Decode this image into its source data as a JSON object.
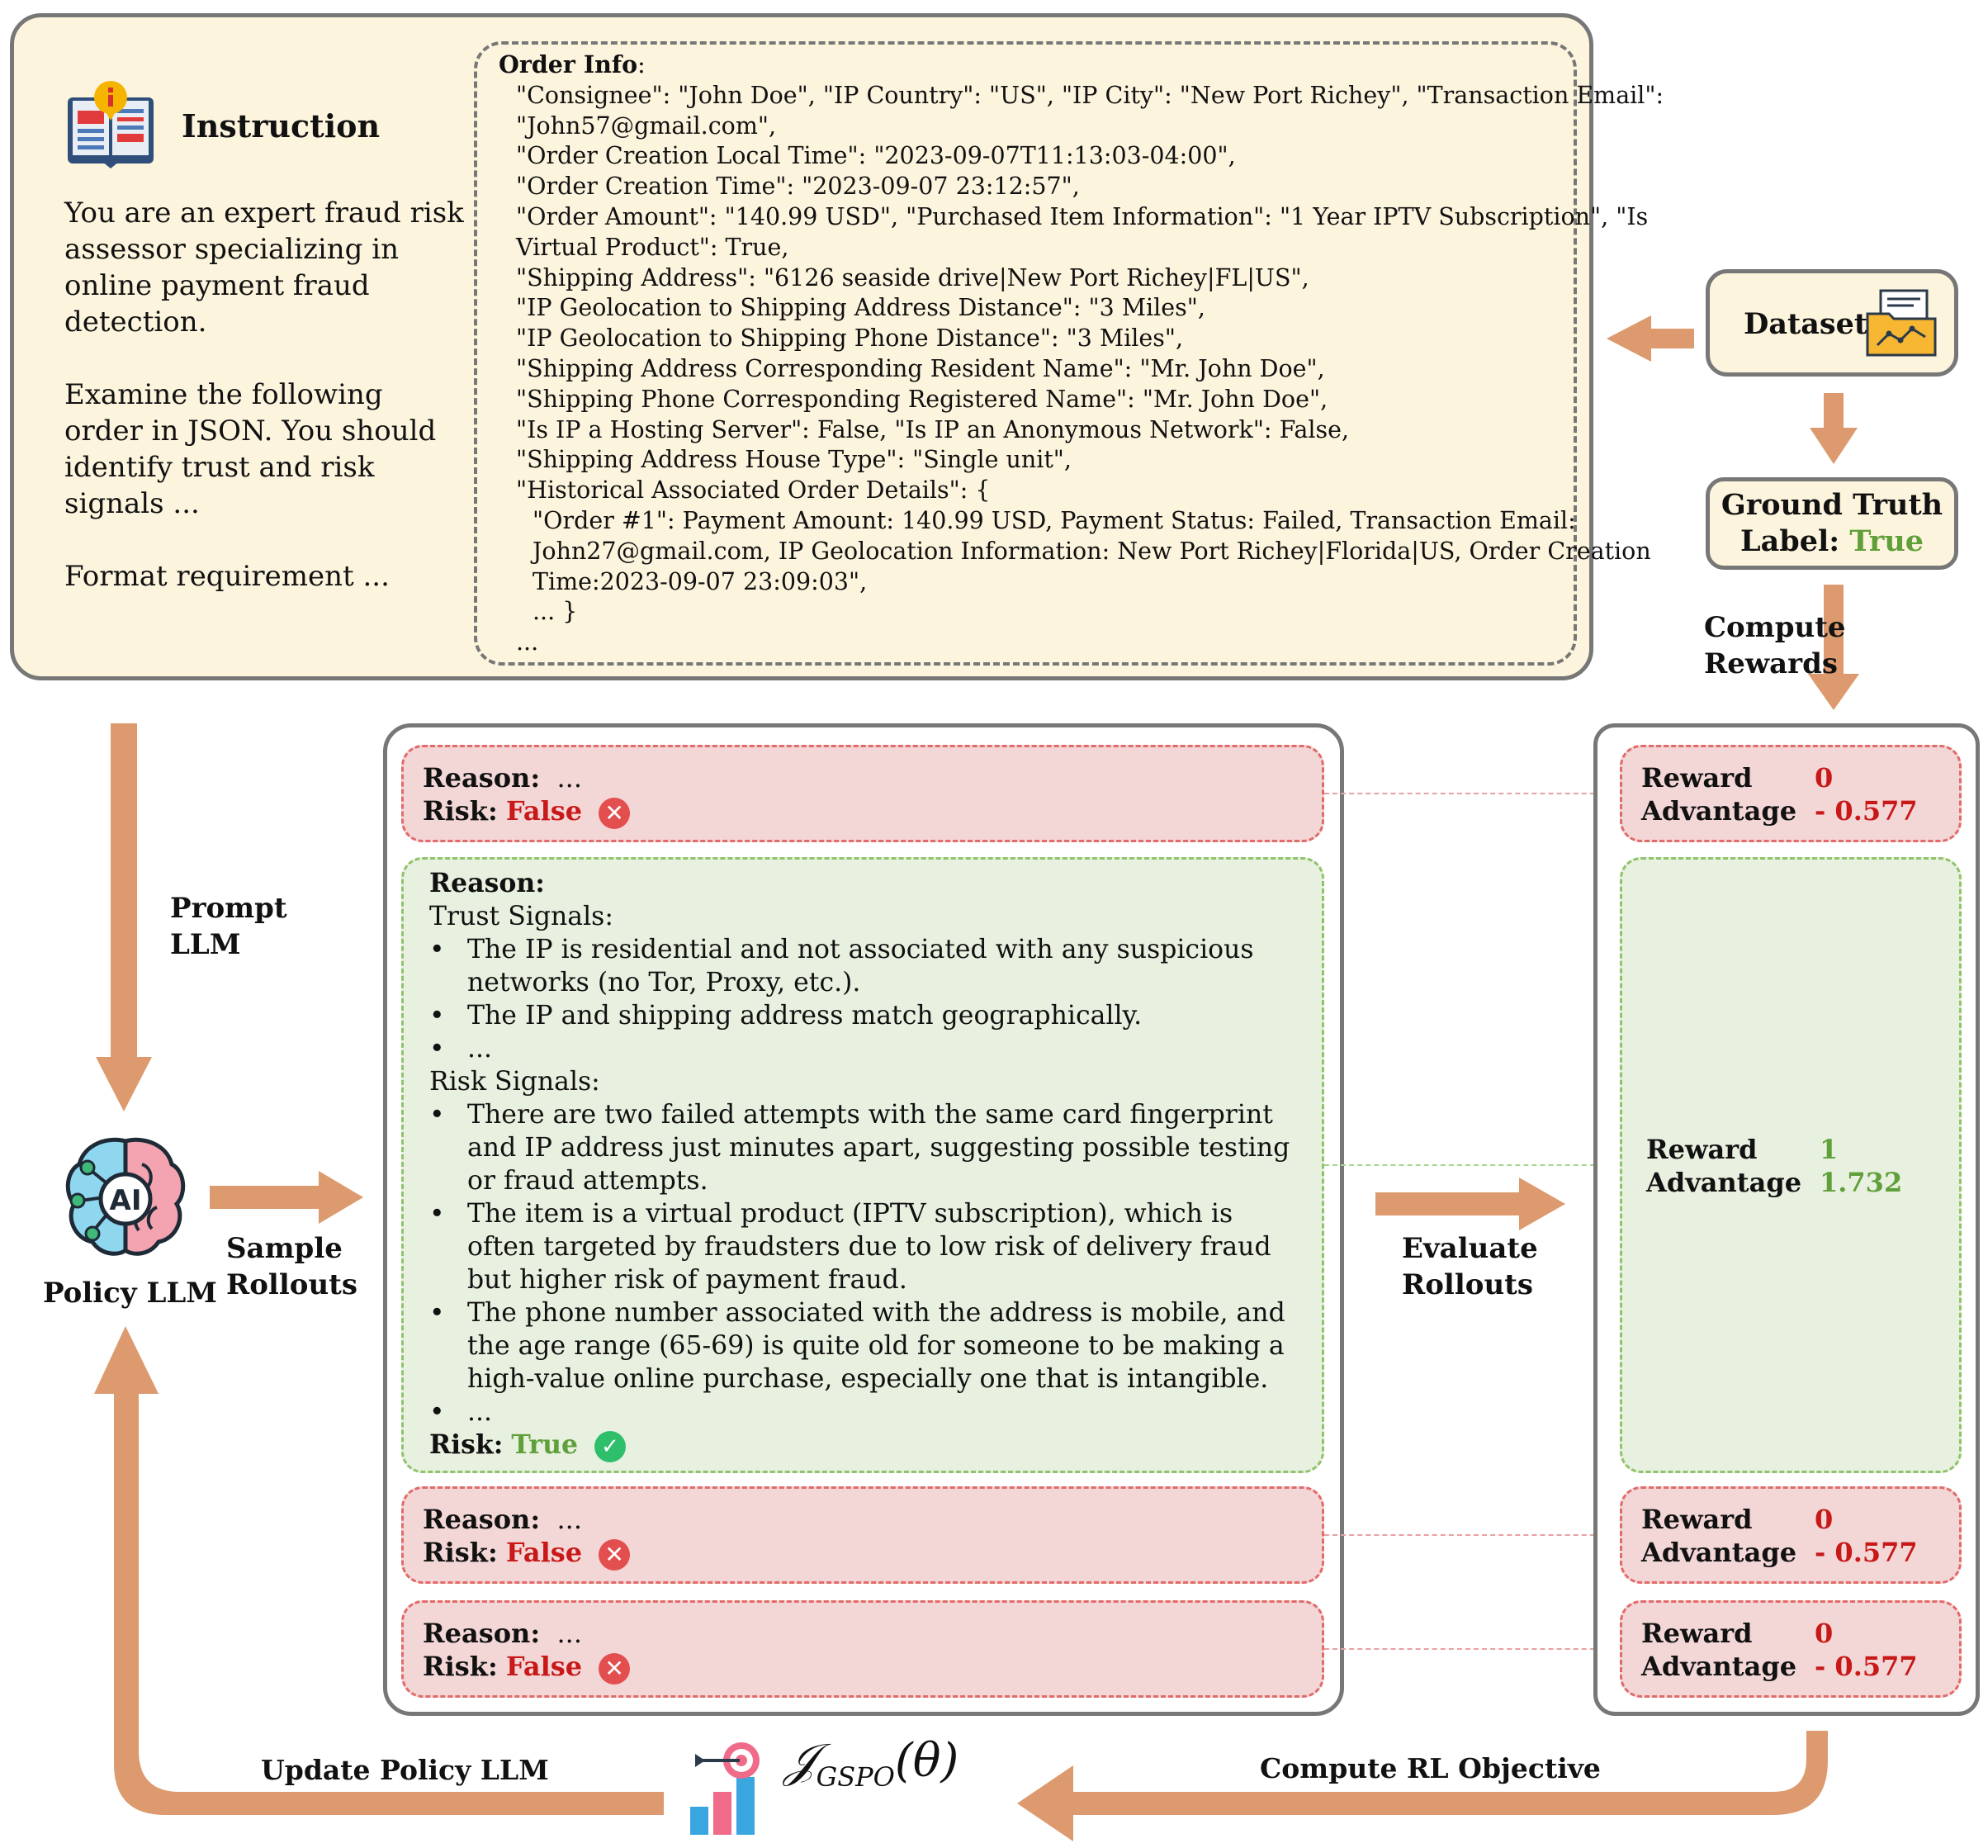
{
  "instruction": {
    "title": "Instruction",
    "paragraphs": [
      "You are an expert fraud risk assessor specializing in online payment fraud detection.",
      "Examine the following order in JSON. You should identify trust and risk signals ...",
      "Format requirement ..."
    ]
  },
  "order_info": {
    "heading": "Order Info",
    "lines": [
      "\"Consignee\": \"John Doe\", \"IP Country\": \"US\", \"IP City\": \"New Port Richey\", \"Transaction Email\":",
      "\"John57@gmail.com\",",
      "\"Order Creation Local Time\": \"2023-09-07T11:13:03-04:00\",",
      "\"Order Creation Time\": \"2023-09-07 23:12:57\",",
      "\"Order Amount\": \"140.99 USD\", \"Purchased Item Information\": \"1 Year IPTV Subscription\", \"Is",
      "Virtual Product\": True,",
      "\"Shipping Address\": \"6126 seaside drive|New Port Richey|FL|US\",",
      "\"IP Geolocation to Shipping Address Distance\": \"3 Miles\",",
      "\"IP Geolocation to Shipping Phone Distance\": \"3 Miles\",",
      "\"Shipping Address Corresponding Resident Name\": \"Mr. John Doe\",",
      "\"Shipping Phone Corresponding Registered Name\": \"Mr. John Doe\",",
      "\"Is IP a Hosting Server\": False, \"Is IP an Anonymous Network\": False,",
      "\"Shipping Address House Type\": \"Single unit\",",
      "\"Historical Associated Order Details\": {"
    ],
    "history_lines": [
      "\"Order #1\": Payment Amount: 140.99 USD, Payment Status: Failed, Transaction Email:",
      "John27@gmail.com, IP Geolocation Information: New Port Richey|Florida|US, Order Creation",
      "Time:2023-09-07 23:09:03\",",
      "... }"
    ],
    "trailer": "..."
  },
  "dataset": {
    "label": "Dataset"
  },
  "ground_truth": {
    "line1": "Ground Truth",
    "label_prefix": "Label:",
    "value": "True"
  },
  "flow_labels": {
    "compute_rewards": [
      "Compute",
      "Rewards"
    ],
    "prompt_llm": [
      "Prompt",
      "LLM"
    ],
    "sample_rollouts": [
      "Sample",
      "Rollouts"
    ],
    "evaluate_rollouts": [
      "Evaluate",
      "Rollouts"
    ],
    "update_policy": "Update Policy LLM",
    "compute_objective": "Compute RL Objective"
  },
  "policy": {
    "label": "Policy LLM",
    "badge": "AI"
  },
  "objective": {
    "symbol": "𝒥",
    "subscript": "GSPO",
    "arg": "(θ)"
  },
  "common": {
    "reason_label": "Reason:",
    "risk_label": "Risk:",
    "ellipsis": "...",
    "reward_label": "Reward",
    "advantage_label": "Advantage"
  },
  "rollouts": [
    {
      "risk": "False",
      "correct": false
    },
    {
      "risk": "True",
      "correct": true,
      "trust_heading": "Trust Signals:",
      "trust": [
        "The IP is residential and not associated with any suspicious networks (no Tor, Proxy, etc.).",
        "The IP and shipping address match geographically.",
        "..."
      ],
      "risk_heading": "Risk Signals:",
      "risks": [
        "There are two failed attempts with the same card fingerprint and IP address just minutes apart, suggesting possible testing or fraud attempts.",
        "The item is a virtual product (IPTV subscription), which is often targeted by fraudsters due to low risk of delivery fraud but higher risk of payment fraud.",
        "The phone number associated with the address is mobile, and the age range (65-69) is quite old for someone to be making a high-value online purchase, especially one that is intangible.",
        "..."
      ]
    },
    {
      "risk": "False",
      "correct": false
    },
    {
      "risk": "False",
      "correct": false
    }
  ],
  "rewards": [
    {
      "reward": "0",
      "advantage": "- 0.577"
    },
    {
      "reward": "1",
      "advantage": "1.732"
    },
    {
      "reward": "0",
      "advantage": "- 0.577"
    },
    {
      "reward": "0",
      "advantage": "- 0.577"
    }
  ],
  "colors": {
    "arrow": "#dc9a6e",
    "false_red": "#c81818",
    "true_green": "#5fa03a",
    "panel_cream": "#fdf4dd",
    "wrong_fill": "#f3d6d6",
    "right_fill": "#e8f0df"
  }
}
